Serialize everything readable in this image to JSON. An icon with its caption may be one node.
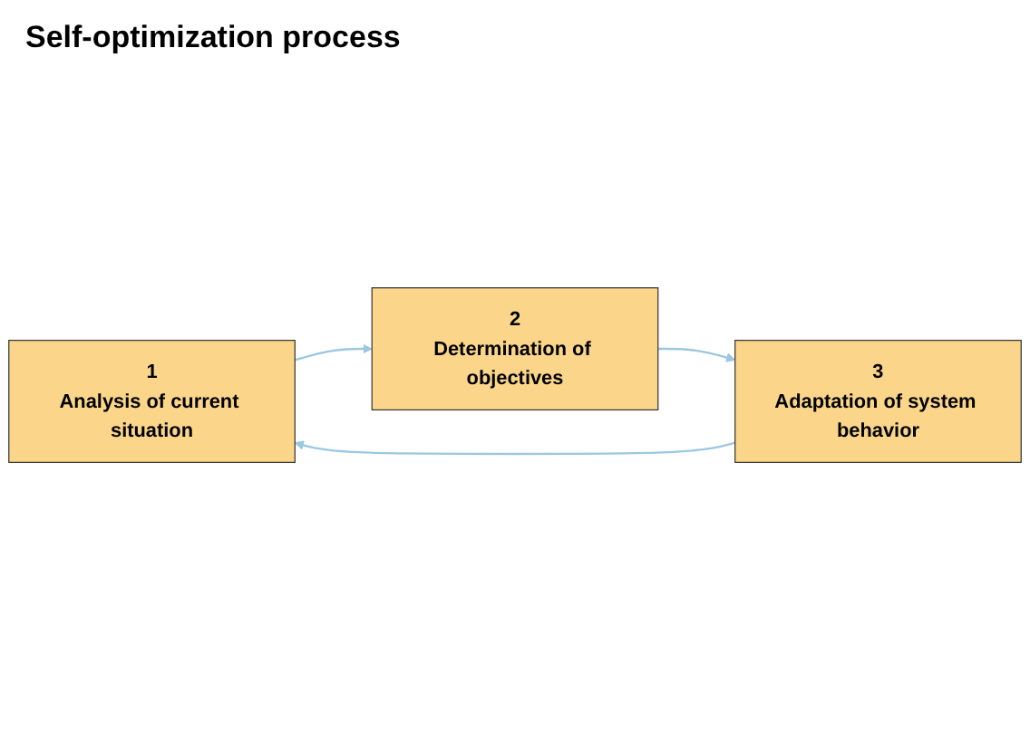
{
  "diagram": {
    "nodes": [
      {
        "text": [
          "1",
          "Analysis of current situation"
        ]
      },
      {
        "text": [
          "2",
          "Determination of objectives"
        ]
      },
      {
        "text": [
          "3",
          "Adaptation of system behavior"
        ]
      }
    ],
    "edges": [
      {
        "from": 0,
        "to": 1,
        "arrow": "to"
      },
      {
        "from": 1,
        "to": 2,
        "arrow": "to"
      },
      {
        "from": 2,
        "to": 0,
        "arrow": "to"
      }
    ],
    "labels": [
      "Self-optimization process"
    ]
  }
}
